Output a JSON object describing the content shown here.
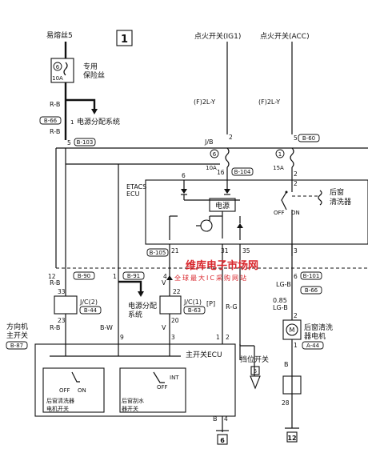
{
  "diagram": {
    "page_number": "1",
    "sources": {
      "fusible_link": "易熔丝5",
      "ignition_ig1": "点火开关(IG1)",
      "ignition_acc": "点火开关(ACC)"
    },
    "dedicated_fuse": {
      "name": "专用\n保险丝",
      "id": "6",
      "rating": "10A"
    },
    "jb_fuses": [
      {
        "id": "6",
        "rating": "10A"
      },
      {
        "id": "1",
        "rating": "15A"
      }
    ],
    "wire_colors": {
      "rb": "R-B",
      "f2ly_1": "(F)2L-Y",
      "f2ly_2": "(F)2L-Y",
      "jb": "J/B",
      "rb2": "R-B",
      "rb3": "R-B",
      "bw": "B-W",
      "v1": "V",
      "v2": "V",
      "p": "[P]",
      "rg": "R-G",
      "lgb1": "LG-B",
      "d085": "0.85",
      "lgb2": "LG-B",
      "b1": "B",
      "b2": "B"
    },
    "refs": {
      "b66a": "B-66",
      "b103": "B-103",
      "b60": "B-60",
      "b104": "B-104",
      "b105": "B-105",
      "b90": "B-90",
      "b91": "B-91",
      "b44": "B-44",
      "b63": "B-63",
      "b101": "B-101",
      "b66b": "B-66",
      "b87": "B-87",
      "a44": "A-44"
    },
    "pins": {
      "p5": "5",
      "p2": "2",
      "p5b": "5",
      "p16": "16",
      "p2b": "2",
      "p6": "6",
      "p2c": "2",
      "p21": "21",
      "p31": "31",
      "p35": "35",
      "p3": "3",
      "p12": "12",
      "p1": "1",
      "p4": "4",
      "p6b": "6",
      "p33": "33",
      "p22": "22",
      "p23": "23",
      "p20": "20",
      "p9": "9",
      "p3b": "3",
      "p1b": "1",
      "p2d": "2",
      "p4b": "4",
      "p28": "28",
      "p6c": "6"
    },
    "labels": {
      "power_dist1": "电源分配系统",
      "power_dist2": "电源分配\n系统",
      "etacs": "ETACS\nECU",
      "power_box": "电源",
      "rear_washer": "后窗\n清洗器",
      "off": "OFF",
      "on": "ON",
      "jc2": "J/C(2)",
      "jc1": "J/C(1)",
      "steering_switch": "方向机\n主开关",
      "main_ecu": "主开关ECU",
      "washer_switch": "后窗清洗器\n电机开关",
      "wiper_switch": "后窗刮水\n器开关",
      "int": "INT",
      "off2": "OFF",
      "on2": "ON",
      "off3": "OFF",
      "gear_switch": "挡位开关",
      "gear_ref": "5",
      "washer_motor": "后窗清洗\n器电机",
      "motor_m": "M",
      "ground1": "6",
      "ground2": "12"
    },
    "watermark": {
      "main": "维库电子市场网",
      "sub": "全球最大IC采购网站"
    }
  }
}
